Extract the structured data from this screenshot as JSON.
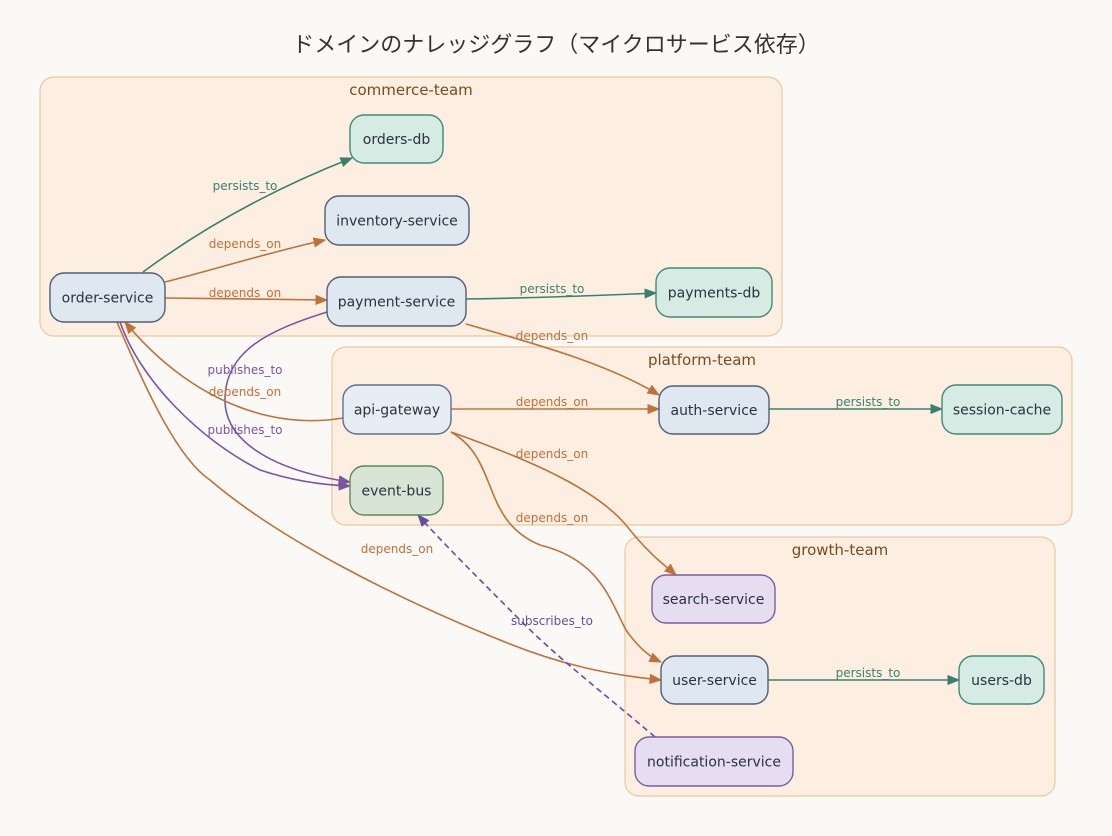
{
  "title": "ドメインのナレッジグラフ（マイクロサービス依存）",
  "colors": {
    "service_fill": "#dfe7f1",
    "service_stroke": "#4f5f7a",
    "gateway_fill": "#e6edf5",
    "gateway_stroke": "#5c7090",
    "db_fill": "#d5ebe3",
    "db_stroke": "#3f8a78",
    "bus_fill": "#d7e4d6",
    "bus_stroke": "#5a8a5a",
    "growth_fill": "#e6def0",
    "growth_stroke": "#7a5fa0",
    "depends_on": "#c0703a",
    "persists_to": "#3a8070",
    "publishes_to": "#7a55a5",
    "subscribes_to": "#6050a0"
  },
  "clusters": [
    {
      "id": "commerce",
      "label": "commerce-team"
    },
    {
      "id": "platform",
      "label": "platform-team"
    },
    {
      "id": "growth",
      "label": "growth-team"
    }
  ],
  "nodes": [
    {
      "id": "order-service",
      "label": "order-service",
      "kind": "service"
    },
    {
      "id": "orders-db",
      "label": "orders-db",
      "kind": "db"
    },
    {
      "id": "inventory-service",
      "label": "inventory-service",
      "kind": "service"
    },
    {
      "id": "payment-service",
      "label": "payment-service",
      "kind": "service"
    },
    {
      "id": "payments-db",
      "label": "payments-db",
      "kind": "db"
    },
    {
      "id": "api-gateway",
      "label": "api-gateway",
      "kind": "gateway"
    },
    {
      "id": "auth-service",
      "label": "auth-service",
      "kind": "service"
    },
    {
      "id": "session-cache",
      "label": "session-cache",
      "kind": "db"
    },
    {
      "id": "event-bus",
      "label": "event-bus",
      "kind": "bus"
    },
    {
      "id": "search-service",
      "label": "search-service",
      "kind": "growth"
    },
    {
      "id": "user-service",
      "label": "user-service",
      "kind": "service"
    },
    {
      "id": "users-db",
      "label": "users-db",
      "kind": "db"
    },
    {
      "id": "notification-service",
      "label": "notification-service",
      "kind": "growth"
    }
  ],
  "edges": [
    {
      "id": "e1",
      "label": "persists_to",
      "type": "persists_to"
    },
    {
      "id": "e2",
      "label": "depends_on",
      "type": "depends_on"
    },
    {
      "id": "e3",
      "label": "depends_on",
      "type": "depends_on"
    },
    {
      "id": "e4",
      "label": "persists_to",
      "type": "persists_to"
    },
    {
      "id": "e5",
      "label": "depends_on",
      "type": "depends_on"
    },
    {
      "id": "e6",
      "label": "publishes_to",
      "type": "publishes_to"
    },
    {
      "id": "e7",
      "label": "depends_on",
      "type": "depends_on"
    },
    {
      "id": "e8",
      "label": "publishes_to",
      "type": "publishes_to"
    },
    {
      "id": "e9",
      "label": "depends_on",
      "type": "depends_on"
    },
    {
      "id": "e10",
      "label": "persists_to",
      "type": "persists_to"
    },
    {
      "id": "e11",
      "label": "depends_on",
      "type": "depends_on"
    },
    {
      "id": "e12",
      "label": "depends_on",
      "type": "depends_on"
    },
    {
      "id": "e13",
      "label": "depends_on",
      "type": "depends_on"
    },
    {
      "id": "e14",
      "label": "persists_to",
      "type": "persists_to"
    },
    {
      "id": "e15",
      "label": "subscribes_to",
      "type": "subscribes_to"
    }
  ]
}
